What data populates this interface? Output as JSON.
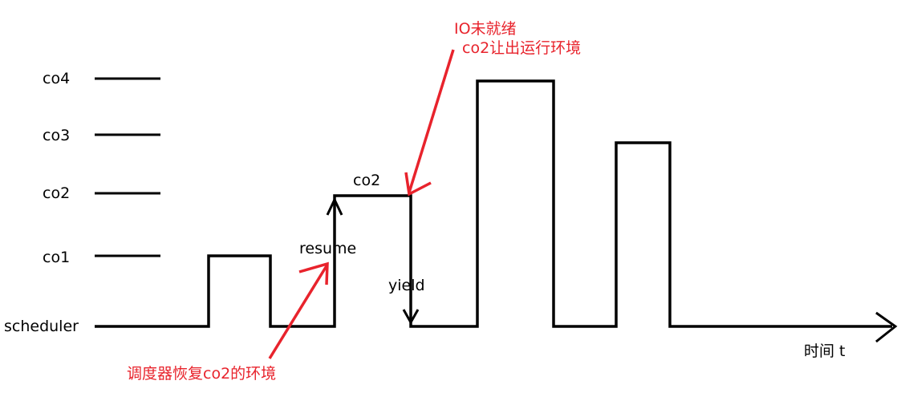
{
  "rows": {
    "co4": "co4",
    "co3": "co3",
    "co2": "co2",
    "co1": "co1",
    "scheduler": "scheduler"
  },
  "pulse_label": "co2",
  "events": {
    "resume": "resume",
    "yield": "yield"
  },
  "axis_label": "时间 t",
  "annotations": {
    "io_line1": "IO未就绪",
    "io_line2": "co2让出运行环境",
    "restore": "调度器恢复co2的环境"
  },
  "colors": {
    "ink": "#000000",
    "annotation": "#e8232c"
  }
}
